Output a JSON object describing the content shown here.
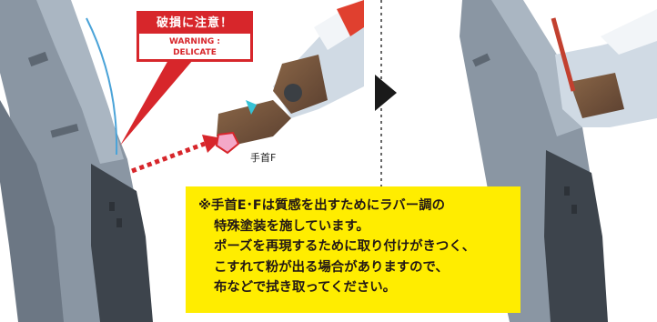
{
  "warning": {
    "heading": "破損に注意！",
    "english_line1": "WARNING :",
    "english_line2": "DELICATE",
    "color": "#d7262b"
  },
  "part_label": "手首F",
  "note": {
    "background": "#ffed00",
    "lines": [
      "※手首E･Fは質感を出すためにラバー調の",
      "特殊塗装を施しています。",
      "ポーズを再現するために取り付けがきつく、",
      "こすれて粉が出る場合がありますので、",
      "布などで拭き取ってください。"
    ]
  },
  "icons": {
    "arrow": "play-triangle-icon",
    "divider": "dotted-divider"
  }
}
